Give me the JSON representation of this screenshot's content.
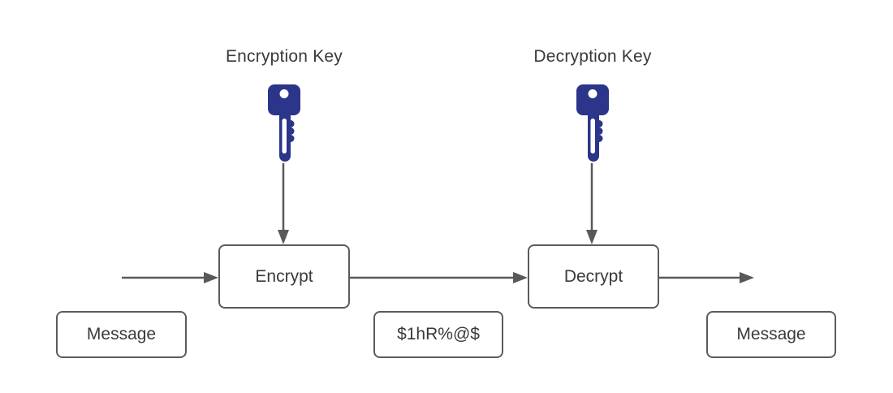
{
  "diagram": {
    "type": "flow-diagram",
    "topic": "symmetric encryption and decryption process",
    "labels": {
      "encryption_key": "Encryption Key",
      "decryption_key": "Decryption Key"
    },
    "nodes": {
      "encrypt": "Encrypt",
      "decrypt": "Decrypt",
      "message_in": "Message",
      "ciphertext": "$1hR%@$",
      "message_out": "Message"
    },
    "flow": [
      "message_in",
      "encrypt",
      "ciphertext",
      "decrypt",
      "message_out"
    ],
    "colors": {
      "key_fill": "#2b3589",
      "box_border": "#5b5b5b",
      "arrow": "#595959",
      "text": "#3a3a3a",
      "background": "#ffffff"
    }
  }
}
